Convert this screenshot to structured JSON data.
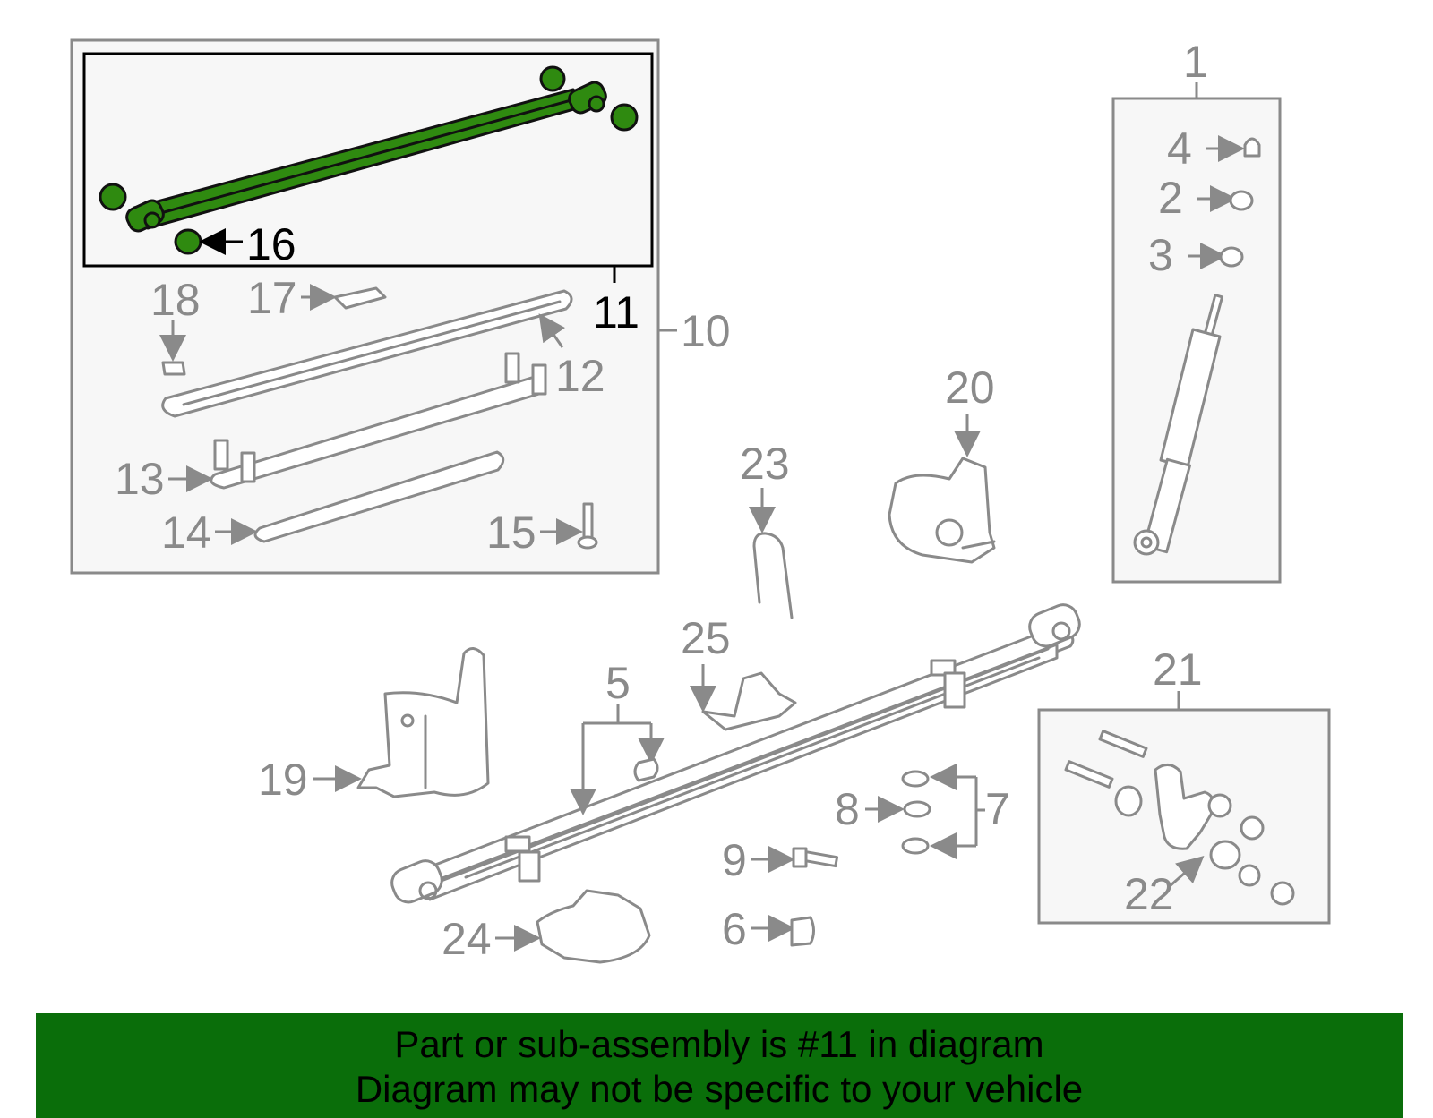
{
  "labels": {
    "n1": "1",
    "n2": "2",
    "n3": "3",
    "n4": "4",
    "n5": "5",
    "n6": "6",
    "n7": "7",
    "n8": "8",
    "n9": "9",
    "n10": "10",
    "n11": "11",
    "n12": "12",
    "n13": "13",
    "n14": "14",
    "n15": "15",
    "n16": "16",
    "n17": "17",
    "n18": "18",
    "n19": "19",
    "n20": "20",
    "n21": "21",
    "n22": "22",
    "n23": "23",
    "n24": "24",
    "n25": "25"
  },
  "banner": {
    "line1": "Part or sub-assembly is #11 in diagram",
    "line2": "Diagram may not be specific to your vehicle"
  },
  "colors": {
    "highlight": "#2f8a10",
    "banner": "#0a6e0a",
    "linework": "#8a8a8a"
  }
}
